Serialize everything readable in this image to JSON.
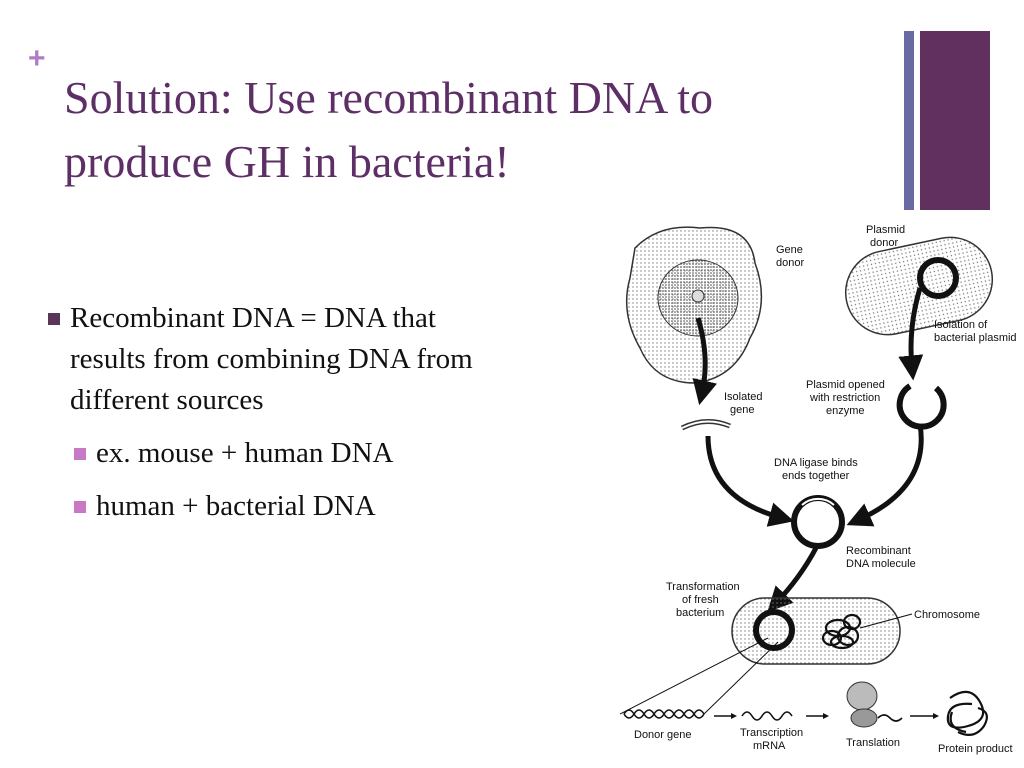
{
  "slide": {
    "plus": "+",
    "title_line1": "Solution: Use recombinant DNA to",
    "title_line2": "produce GH in bacteria!"
  },
  "bullets": {
    "main_line1": "Recombinant DNA = DNA that",
    "main_line2": "results from combining DNA from",
    "main_line3": "different sources",
    "sub1": "ex. mouse + human DNA",
    "sub2": "human + bacterial DNA"
  },
  "diagram": {
    "gene_donor_1": "Gene",
    "gene_donor_2": "donor",
    "plasmid_donor_1": "Plasmid",
    "plasmid_donor_2": "donor",
    "isolation_1": "Isolation of",
    "isolation_2": "bacterial plasmid",
    "isolated_gene_1": "Isolated",
    "isolated_gene_2": "gene",
    "plasmid_opened_1": "Plasmid opened",
    "plasmid_opened_2": "with restriction",
    "plasmid_opened_3": "enzyme",
    "ligase_1": "DNA ligase binds",
    "ligase_2": "ends together",
    "recombinant_1": "Recombinant",
    "recombinant_2": "DNA molecule",
    "transformation_1": "Transformation",
    "transformation_2": "of fresh",
    "transformation_3": "bacterium",
    "chromosome": "Chromosome",
    "donor_gene": "Donor gene",
    "transcription_1": "Transcription",
    "transcription_2": "mRNA",
    "translation": "Translation",
    "protein_product": "Protein product"
  },
  "colors": {
    "title": "#5e2f66",
    "accent_bar_thin": "#6a6aa3",
    "accent_bar_thick": "#61305f",
    "bullet_main": "#5a3558",
    "bullet_sub": "#c879c6"
  }
}
